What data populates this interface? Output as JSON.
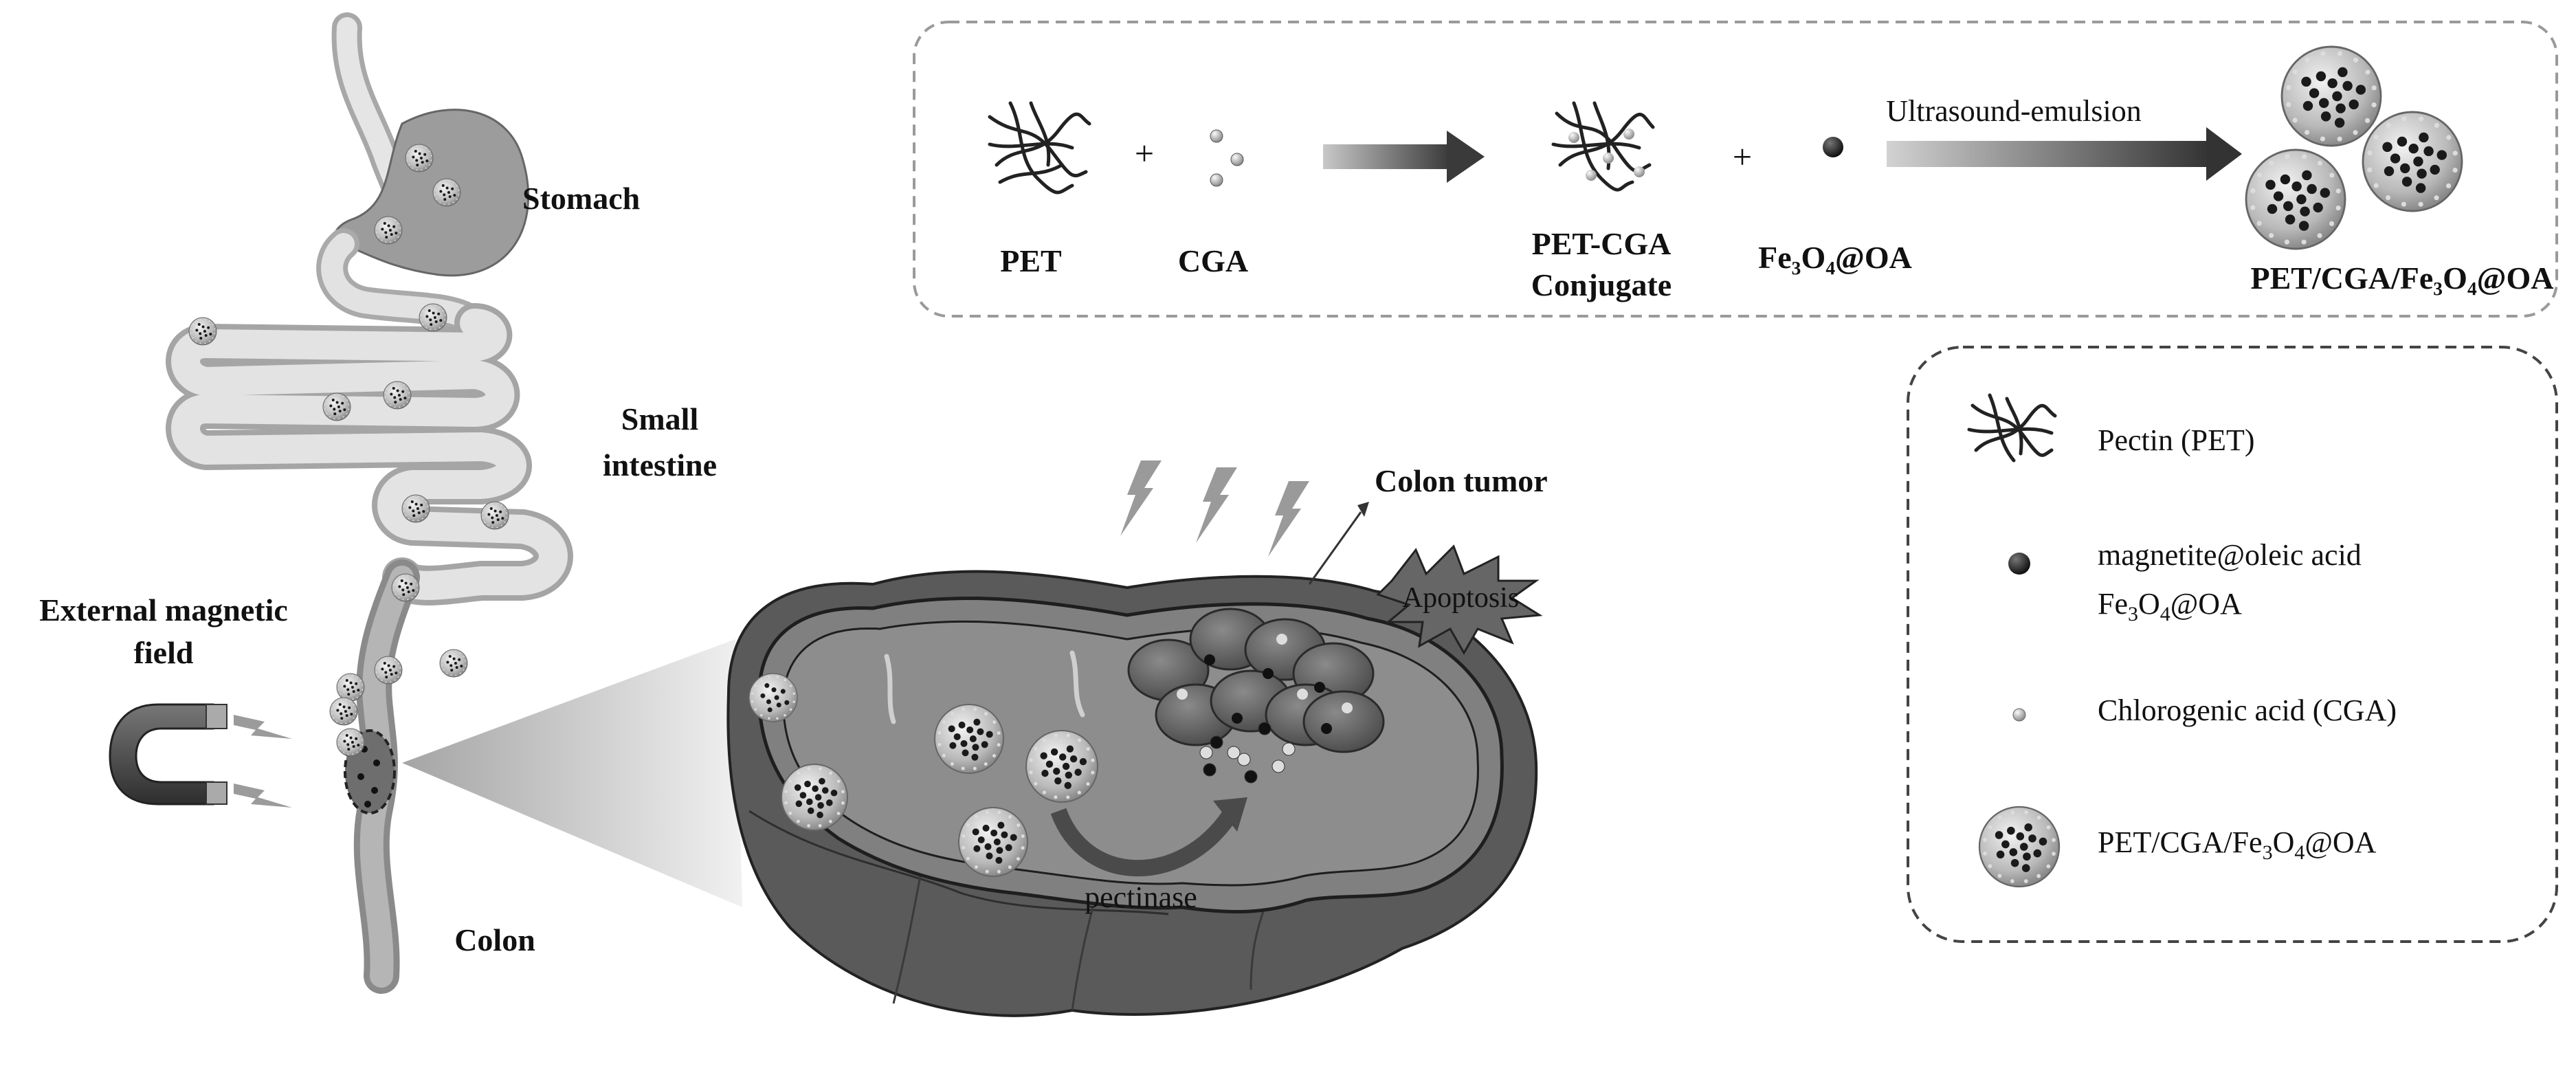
{
  "synthesis": {
    "reactant1": "PET",
    "reactant2": "CGA",
    "plus1": "+",
    "conjugate_line1": "PET-CGA",
    "conjugate_line2": "Conjugate",
    "plus2": "+",
    "nanoparticle_label": "Fe₃O₄@OA",
    "process": "Ultrasound-emulsion",
    "product": "PET/CGA/Fe₃O₄@OA"
  },
  "legend": {
    "pectin": "Pectin (PET)",
    "magnetite_line1": "magnetite@oleic acid",
    "magnetite_line2_parts": [
      "Fe",
      "3",
      "O",
      "4",
      "@OA"
    ],
    "cga": "Chlorogenic acid  (CGA)",
    "nanocomposite_parts": [
      "PET/CGA/Fe",
      "3",
      "O",
      "4",
      "@OA"
    ]
  },
  "anatomy": {
    "stomach": "Stomach",
    "small_intestine_line1": "Small",
    "small_intestine_line2": "intestine",
    "colon": "Colon",
    "magnet_line1": "External magnetic",
    "magnet_line2": "field"
  },
  "tumor": {
    "title": "Colon tumor",
    "apoptosis": "Apoptosis",
    "enzyme": "pectinase"
  }
}
